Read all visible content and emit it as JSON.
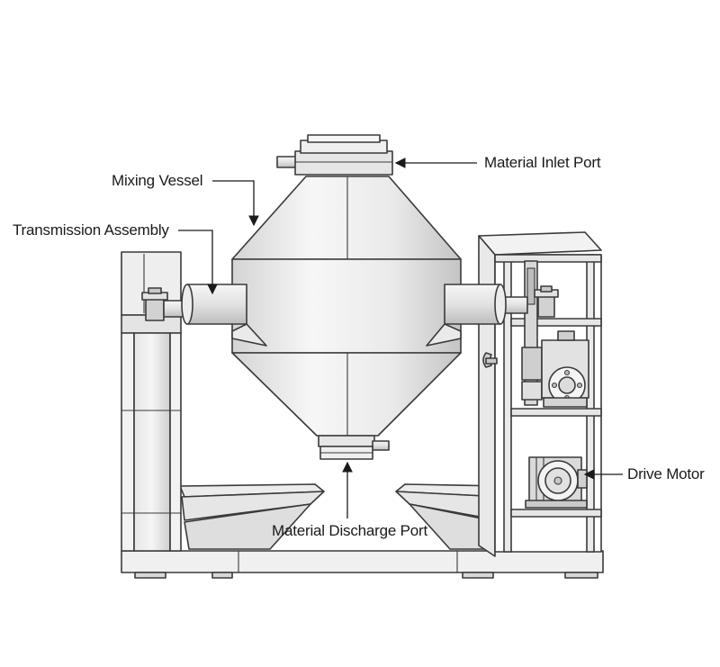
{
  "labels": {
    "mixing_vessel": "Mixing Vessel",
    "transmission_assembly": "Transmission Assembly",
    "material_inlet_port": "Material Inlet Port",
    "drive_motor": "Drive Motor",
    "material_discharge_port": "Material Discharge Port"
  },
  "colors": {
    "background": "#ffffff",
    "metal_light": "#f4f4f4",
    "metal_mid": "#dcdcdc",
    "metal_dark": "#b9b9b9",
    "outline": "#3a3a3a",
    "text": "#1a1a1a"
  }
}
